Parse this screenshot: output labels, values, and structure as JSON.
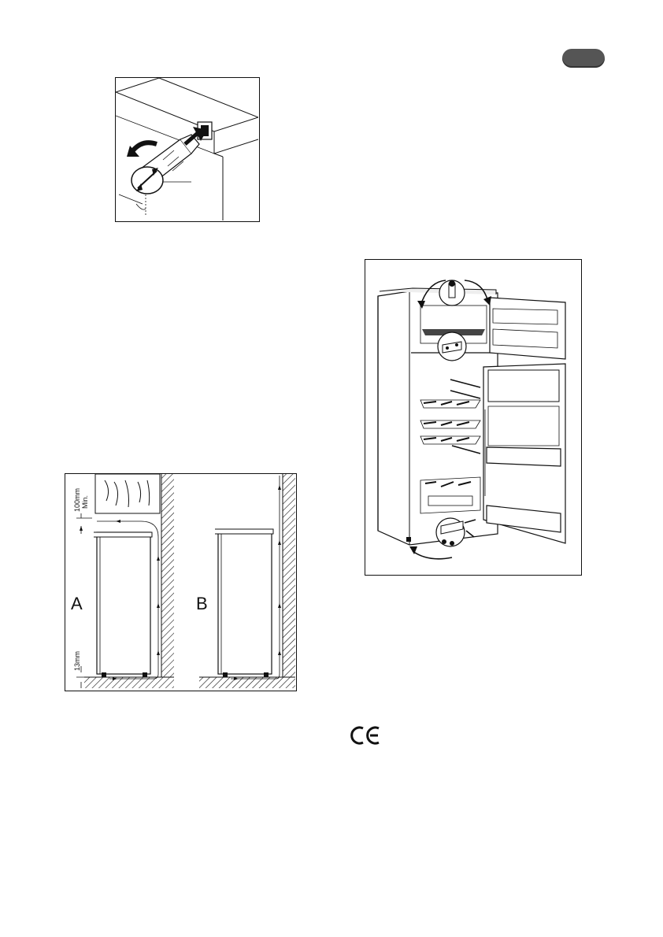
{
  "figures": {
    "dispenser_detail": {},
    "clearance_diagram": {
      "label_a": "A",
      "label_b": "B",
      "dim_top_value": "100mm",
      "dim_top_sub": "Min.",
      "dim_bottom_value": "13mm"
    },
    "door_reversal": {}
  },
  "marks": {
    "language_badge": "",
    "ce_mark": "CE"
  }
}
